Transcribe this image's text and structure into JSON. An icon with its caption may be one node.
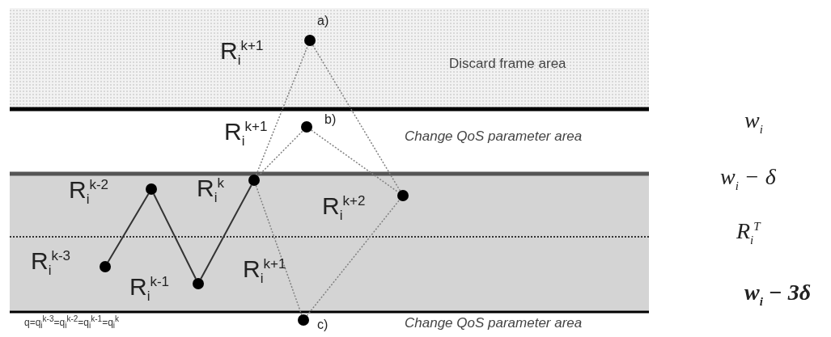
{
  "diagram": {
    "nodes": [
      {
        "text": [],
        "shape": "circle",
        "beside": [
          "R$_{i}$$^{k-3}$"
        ]
      },
      {
        "text": [],
        "shape": "circle",
        "beside": [
          "R$_{i}$$^{k-2}$"
        ]
      },
      {
        "text": [],
        "shape": "circle",
        "beside": [
          "R$_{i}$$^{k-1}$"
        ]
      },
      {
        "text": [],
        "shape": "circle",
        "beside": [
          "R$_{i}$$^{k}$"
        ]
      },
      {
        "text": [],
        "shape": "circle",
        "beside": [
          "R$_{i}$$^{k+1}$",
          "a)"
        ]
      },
      {
        "text": [],
        "shape": "circle",
        "beside": [
          "R$_{i}$$^{k+1}$",
          "b)"
        ]
      },
      {
        "text": [],
        "shape": "circle",
        "beside": [
          "R$_{i}$$^{k+2}$"
        ]
      },
      {
        "text": [],
        "shape": "circle",
        "beside": [
          "c)"
        ]
      }
    ],
    "edges": [
      {
        "from": 0,
        "to": 1,
        "arrow": "none"
      },
      {
        "from": 1,
        "to": 2,
        "arrow": "none"
      },
      {
        "from": 2,
        "to": 3,
        "arrow": "none"
      },
      {
        "from": 3,
        "to": 4,
        "arrow": "none",
        "style": "dashed",
        "color": "#808080"
      },
      {
        "from": 3,
        "to": 5,
        "arrow": "none",
        "style": "dashed",
        "color": "#808080"
      },
      {
        "from": 3,
        "to": 7,
        "arrow": "none",
        "style": "dashed",
        "color": "#808080"
      },
      {
        "from": 4,
        "to": 6,
        "arrow": "none",
        "style": "dashed",
        "color": "#808080"
      },
      {
        "from": 5,
        "to": 6,
        "arrow": "none",
        "style": "dashed",
        "color": "#808080"
      },
      {
        "from": 7,
        "to": 6,
        "arrow": "none",
        "style": "dashed",
        "color": "#808080"
      }
    ],
    "labels": [
      "Discard frame area",
      "w$_{i}$",
      "Change QoS parameter area",
      "w$_{i}$ − δ",
      "R$_{i}$$^{T}$",
      "R$_{i}$$^{k+1}$",
      "w$_{i}$ − 3δ",
      "q=q$_{i}$$^{k-3}$=q$_{i}$$^{k-2}$=q$_{i}$$^{k-1}$=q$_{i}$$^{k}$",
      "Change QoS parameter area"
    ]
  }
}
